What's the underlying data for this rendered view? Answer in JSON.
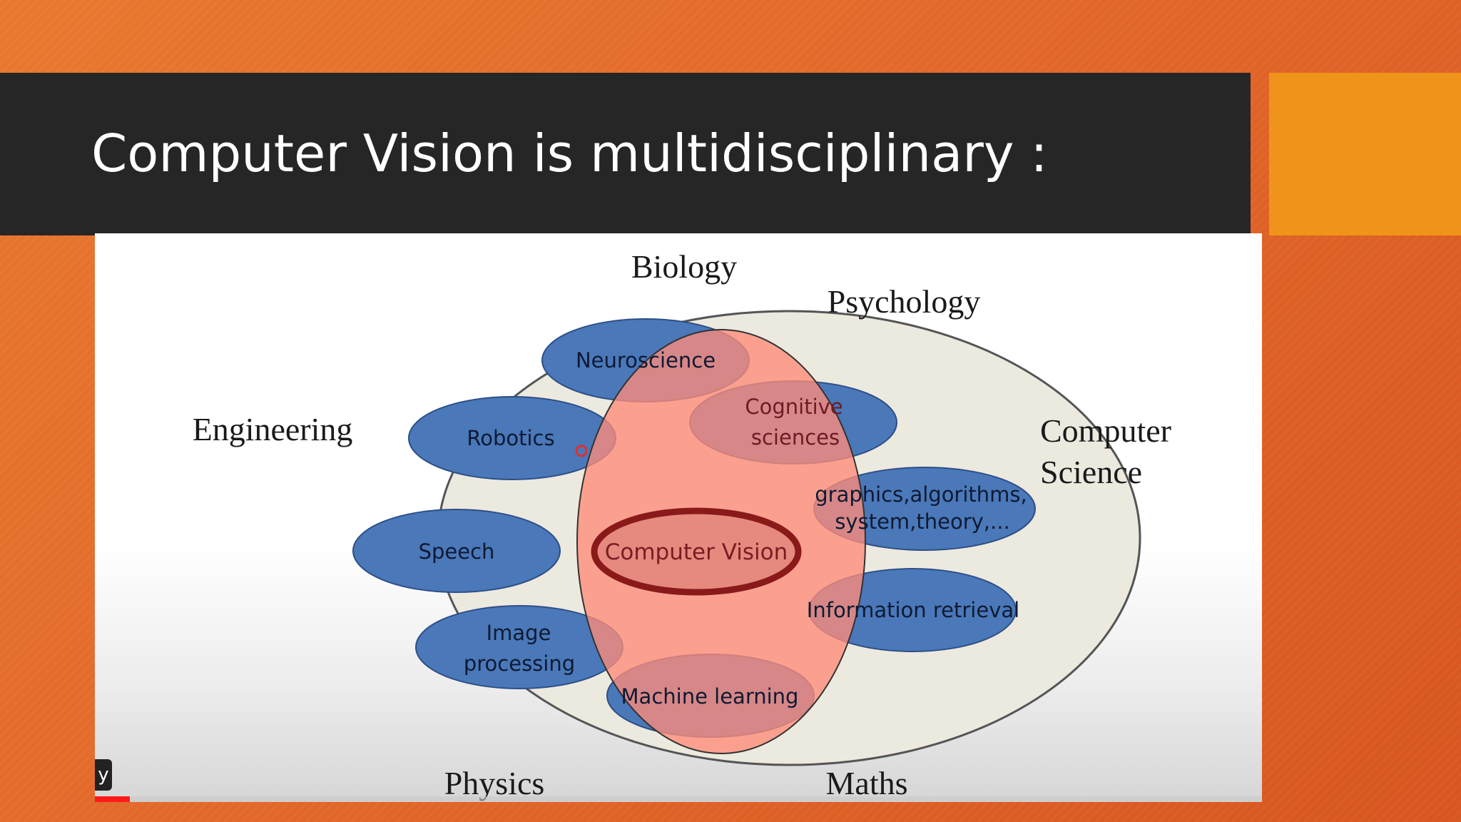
{
  "slide": {
    "title": "Computer Vision is multidisciplinary :"
  },
  "diagram": {
    "fields": {
      "biology": "Biology",
      "psychology": "Psychology",
      "engineering": "Engineering",
      "computer_science": [
        "Computer",
        "Science"
      ],
      "physics": "Physics",
      "maths": "Maths"
    },
    "subfields": {
      "neuroscience": "Neuroscience",
      "robotics": "Robotics",
      "cognitive_sciences": [
        "Cognitive",
        "sciences"
      ],
      "speech": "Speech",
      "graphics": [
        "graphics,algorithms,",
        "system,theory,..."
      ],
      "image_processing": [
        "Image",
        "processing"
      ],
      "information_retrieval": "Information retrieval",
      "machine_learning": "Machine learning"
    },
    "center": "Computer Vision",
    "colors": {
      "outer_ellipse": "#ece9df",
      "blue_oval": "#4a78b9",
      "vision_overlay": "#ff8c78",
      "center_ring": "#8a1a1a"
    }
  },
  "player": {
    "chip_label": "y",
    "progress": 0.03
  }
}
